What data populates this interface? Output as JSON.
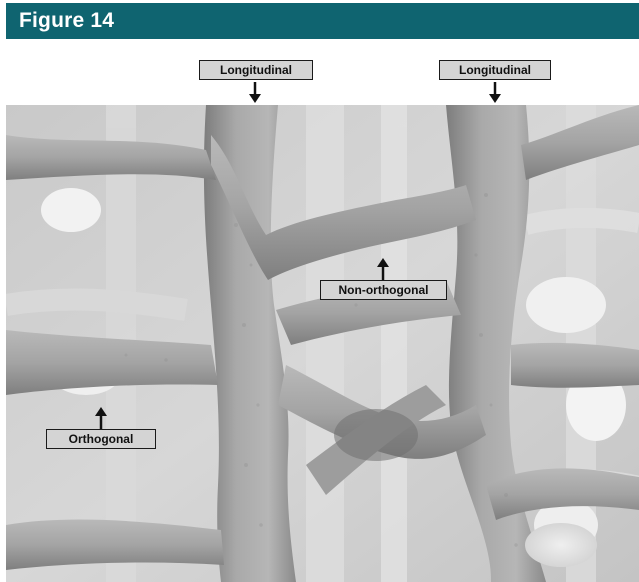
{
  "figure": {
    "title": "Figure 14",
    "header_color": "#0f6470"
  },
  "labels": {
    "longitudinal_left": "Longitudinal",
    "longitudinal_right": "Longitudinal",
    "non_orthogonal": "Non-orthogonal",
    "orthogonal": "Orthogonal"
  }
}
